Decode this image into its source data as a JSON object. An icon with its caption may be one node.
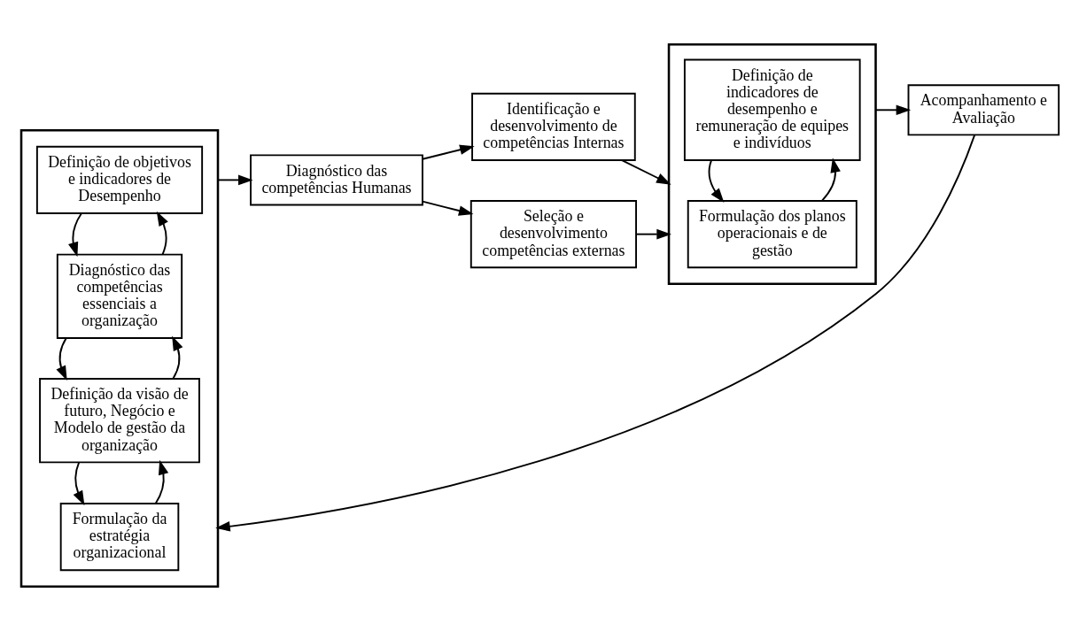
{
  "diagram": {
    "nodes": [
      {
        "text": [],
        "shape": "box"
      },
      {
        "text": [
          "Formulação da estratégia organizacional"
        ],
        "in": 0
      },
      {
        "text": [
          "Definição da visão de futuro, Negócio e Modelo de gestão da organização"
        ],
        "in": 0
      },
      {
        "text": [
          "Diagnóstico das competências essenciais a organização"
        ],
        "in": 0
      },
      {
        "text": [
          "Definição de objetivos e indicadores de Desempenho"
        ],
        "in": 0
      },
      {
        "text": [
          "Diagnóstico das competências Humanas"
        ]
      },
      {
        "text": [
          "Identificação e desenvolvimento de competências Internas"
        ]
      },
      {
        "text": [
          "Seleção e desenvolvimento competências externas"
        ]
      },
      {
        "text": [],
        "shape": "box"
      },
      {
        "text": [
          "Formulação dos planos operacionais e de gestão"
        ],
        "in": 8
      },
      {
        "text": [
          "Definição de indicadores de desempenho e remuneração de equipes e indivíduos"
        ],
        "in": 8
      },
      {
        "text": [
          "Acompanhamento e Avaliação"
        ]
      }
    ],
    "edges": [
      {
        "from": 1,
        "to": 2,
        "arrow": "to"
      },
      {
        "from": 2,
        "to": 1,
        "arrow": "to"
      },
      {
        "from": 2,
        "to": 3,
        "arrow": "to"
      },
      {
        "from": 3,
        "to": 2,
        "arrow": "to"
      },
      {
        "from": 3,
        "to": 4,
        "arrow": "to"
      },
      {
        "from": 4,
        "to": 3,
        "arrow": "to"
      },
      {
        "from": 0,
        "to": 5,
        "arrow": "to"
      },
      {
        "from": 5,
        "to": 6,
        "arrow": "to"
      },
      {
        "from": 5,
        "to": 7,
        "arrow": "to"
      },
      {
        "from": 6,
        "to": 8,
        "arrow": "to"
      },
      {
        "from": 7,
        "to": 8,
        "arrow": "to"
      },
      {
        "from": 9,
        "to": 10,
        "arrow": "to"
      },
      {
        "from": 10,
        "to": 9,
        "arrow": "to"
      },
      {
        "from": 8,
        "to": 11,
        "arrow": "to"
      },
      {
        "from": 11,
        "to": 0,
        "arrow": "to"
      }
    ]
  }
}
